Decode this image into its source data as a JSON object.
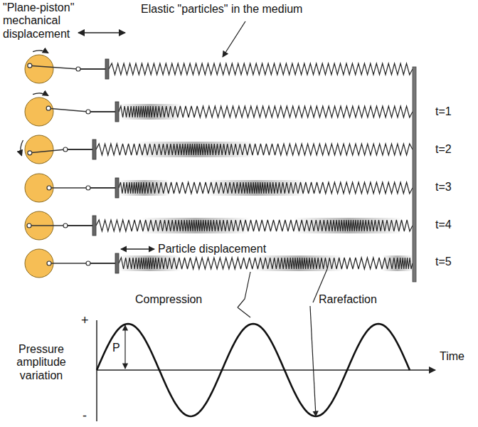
{
  "diagram": {
    "labels": [
      "\"Plane-piston\" mechanical displacement",
      "Elastic \"particles\" in the medium",
      "t=1",
      "t=2",
      "t=3",
      "t=4",
      "t=5",
      "Particle displacement",
      "Compression",
      "Rarefaction",
      "+",
      "Pressure amplitude variation",
      "P",
      "Time",
      "-"
    ]
  }
}
